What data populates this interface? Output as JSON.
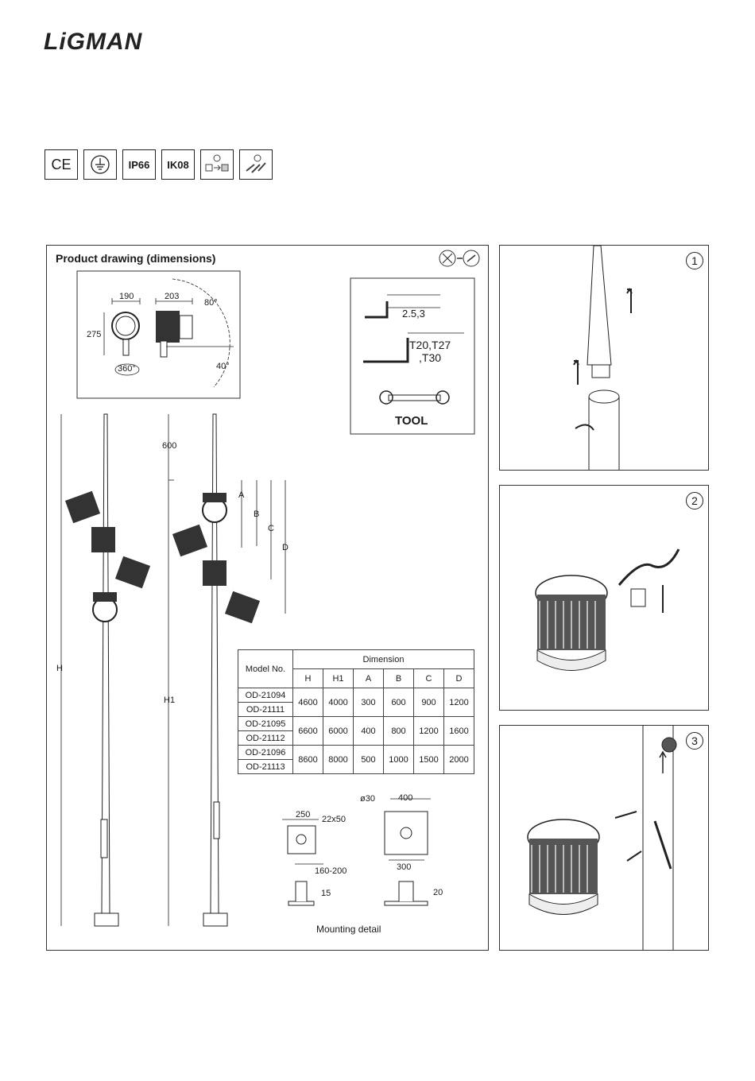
{
  "brand": {
    "name": "LiGMAN"
  },
  "certifications": [
    {
      "label": "CE",
      "icon": "ce-mark-icon"
    },
    {
      "label": "",
      "icon": "earth-ground-icon"
    },
    {
      "label": "IP66",
      "icon": ""
    },
    {
      "label": "IK08",
      "icon": ""
    },
    {
      "label": "",
      "icon": "driver-swap-icon"
    },
    {
      "label": "",
      "icon": "tool-free-icon"
    }
  ],
  "drawing": {
    "title": "Product drawing (dimensions)",
    "head_dims": {
      "w1": "190",
      "w2": "203",
      "h": "275",
      "rotation": "360°",
      "tilt_up": "80°",
      "tilt_down": "40°"
    },
    "pole_labels": {
      "top": "600",
      "H": "H",
      "H1": "H1",
      "A": "A",
      "B": "B",
      "C": "C",
      "D": "D"
    },
    "tool": {
      "hex_size": "2.5,3",
      "torx_line1": "T20,T27",
      "torx_line2": ",T30",
      "label": "TOOL"
    },
    "table": {
      "model_header": "Model No.",
      "dimension_header": "Dimension",
      "columns": [
        "H",
        "H1",
        "A",
        "B",
        "C",
        "D"
      ],
      "groups": [
        {
          "models": [
            "OD-21094",
            "OD-21111"
          ],
          "values": [
            "4600",
            "4000",
            "300",
            "600",
            "900",
            "1200"
          ]
        },
        {
          "models": [
            "OD-21095",
            "OD-21112"
          ],
          "values": [
            "6600",
            "6000",
            "400",
            "800",
            "1200",
            "1600"
          ]
        },
        {
          "models": [
            "OD-21096",
            "OD-21113"
          ],
          "values": [
            "8600",
            "8000",
            "500",
            "1000",
            "1500",
            "2000"
          ]
        }
      ]
    },
    "mounting": {
      "small_plate": {
        "size": "250",
        "slot": "22x50",
        "spacing": "160-200",
        "height": "15"
      },
      "large_plate": {
        "size": "400",
        "hole": "ø30",
        "spacing": "300",
        "height": "20"
      },
      "caption": "Mounting detail"
    }
  },
  "steps": [
    {
      "number": "1"
    },
    {
      "number": "2"
    },
    {
      "number": "3"
    }
  ]
}
